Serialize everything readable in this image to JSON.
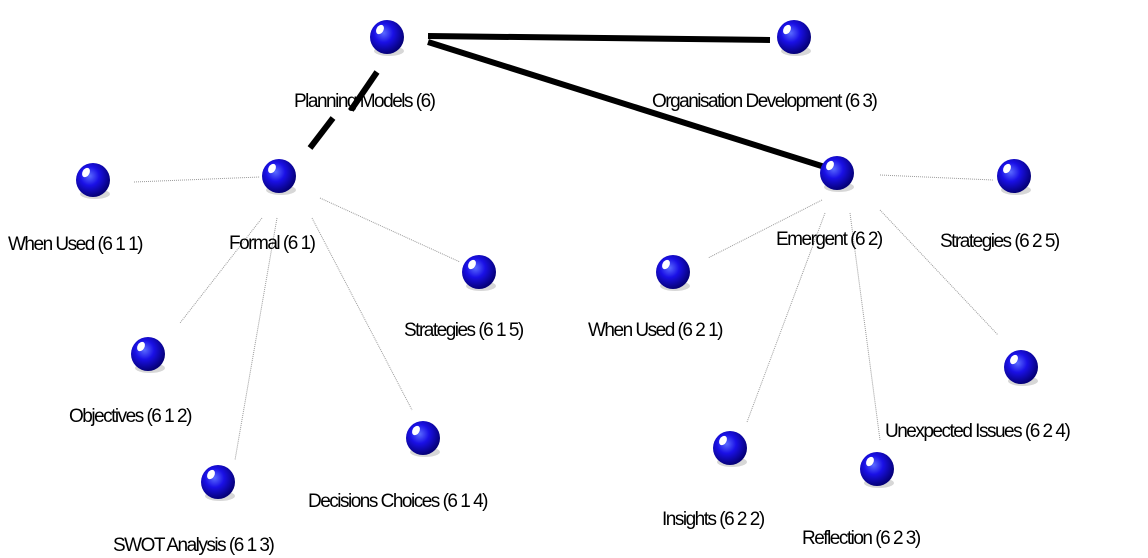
{
  "colors": {
    "node_fill": "#1a10e6",
    "node_dark": "#050078",
    "node_highlight": "#ffffff",
    "thick_edge": "#000000",
    "thin_edge": "#9a9a9a"
  },
  "nodes": {
    "planning_models": {
      "label": "Planning Models (6)",
      "icon": "blue-sphere-icon"
    },
    "organisation_development": {
      "label": "Organisation Development (6 3)",
      "icon": "blue-sphere-icon"
    },
    "formal": {
      "label": "Formal (6 1)",
      "icon": "blue-sphere-icon"
    },
    "emergent": {
      "label": "Emergent (6 2)",
      "icon": "blue-sphere-icon"
    },
    "when_used_611": {
      "label": "When Used (6 1 1)",
      "icon": "blue-sphere-icon"
    },
    "objectives_612": {
      "label": "Objectives (6 1 2)",
      "icon": "blue-sphere-icon"
    },
    "swot_613": {
      "label": "SWOT Analysis (6 1 3)",
      "icon": "blue-sphere-icon"
    },
    "decisions_614": {
      "label": "Decisions Choices (6 1 4)",
      "icon": "blue-sphere-icon"
    },
    "strategies_615": {
      "label": "Strategies (6 1 5)",
      "icon": "blue-sphere-icon"
    },
    "when_used_621": {
      "label": "When Used (6 2 1)",
      "icon": "blue-sphere-icon"
    },
    "insights_622": {
      "label": "Insights (6 2 2)",
      "icon": "blue-sphere-icon"
    },
    "reflection_623": {
      "label": "Reflection (6 2 3)",
      "icon": "blue-sphere-icon"
    },
    "unexpected_624": {
      "label": "Unexpected Issues (6 2 4)",
      "icon": "blue-sphere-icon"
    },
    "strategies_625": {
      "label": "Strategies (6 2 5)",
      "icon": "blue-sphere-icon"
    }
  }
}
